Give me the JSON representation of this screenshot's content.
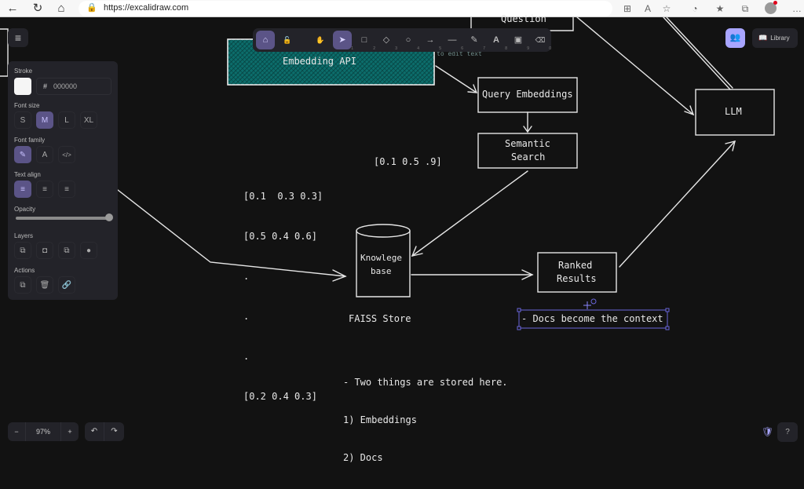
{
  "browser": {
    "url": "https://excalidraw.com",
    "back_icon": "arrow-left-icon",
    "refresh_icon": "refresh-icon",
    "home_icon": "home-icon"
  },
  "toolbar": {
    "tools": [
      {
        "name": "keep-selected-tool",
        "glyph": "⌂",
        "key": "",
        "active": true
      },
      {
        "name": "lock",
        "glyph": "🔓",
        "key": "",
        "active": false
      },
      {
        "name": "hand",
        "glyph": "✋",
        "key": "",
        "active": false
      },
      {
        "name": "selection",
        "glyph": "➤",
        "key": "1",
        "active": true
      },
      {
        "name": "rectangle",
        "glyph": "□",
        "key": "2",
        "active": false
      },
      {
        "name": "diamond",
        "glyph": "◇",
        "key": "3",
        "active": false
      },
      {
        "name": "ellipse",
        "glyph": "○",
        "key": "4",
        "active": false
      },
      {
        "name": "arrow",
        "glyph": "→",
        "key": "5",
        "active": false
      },
      {
        "name": "line",
        "glyph": "—",
        "key": "6",
        "active": false
      },
      {
        "name": "draw",
        "glyph": "✎",
        "key": "7",
        "active": false
      },
      {
        "name": "text",
        "glyph": "A",
        "key": "8",
        "active": false
      },
      {
        "name": "image",
        "glyph": "▣",
        "key": "9",
        "active": false
      },
      {
        "name": "eraser",
        "glyph": "⌫",
        "key": "0",
        "active": false
      }
    ]
  },
  "panel": {
    "stroke_label": "Stroke",
    "stroke_hash": "#",
    "stroke_value": "000000",
    "font_size_label": "Font size",
    "font_sizes": [
      "S",
      "M",
      "L",
      "XL"
    ],
    "font_size_selected": "M",
    "font_family_label": "Font family",
    "font_families": [
      "✎",
      "A",
      "</>"
    ],
    "text_align_label": "Text align",
    "text_aligns": [
      "≡",
      "≡",
      "≡"
    ],
    "opacity_label": "Opacity",
    "opacity_value": 100,
    "layers_label": "Layers",
    "layers": [
      "⧉",
      "◘",
      "⧉",
      "●"
    ],
    "actions_label": "Actions",
    "actions": [
      "⧉",
      "🗑",
      "🔗"
    ]
  },
  "menu_glyph": "≡",
  "top_right": {
    "collab_glyph": "👥",
    "library_glyph": "📖",
    "library_label": "Library"
  },
  "footer": {
    "zoom_out": "−",
    "zoom_level": "97%",
    "zoom_in": "+",
    "undo": "↶",
    "redo": "↷",
    "shield_glyph": "🛡",
    "help_glyph": "?"
  },
  "diagram": {
    "question": "Question",
    "embedding_api": "Embedding API",
    "edit_hint": "to edit text",
    "query_embeddings": "Query Embeddings",
    "semantic_search_1": "Semantic",
    "semantic_search_2": "Search",
    "llm": "LLM",
    "query_vector": "[0.1 0.5 .9]",
    "vectors": [
      "[0.1  0.3 0.3]",
      "[0.5 0.4 0.6]",
      ".",
      ".",
      ".",
      "[0.2 0.4 0.3]"
    ],
    "kb_1": "Knowlege",
    "kb_2": "base",
    "faiss": "FAISS Store",
    "ranked_1": "Ranked",
    "ranked_2": "Results",
    "docs_context": "- Docs become the context",
    "note_lines": [
      "- Two things are stored here.",
      "1) Embeddings",
      "2) Docs"
    ]
  },
  "colors": {
    "accent": "#5b5487",
    "collab": "#a8a5ff",
    "api_fill": "#0c6d6b"
  }
}
